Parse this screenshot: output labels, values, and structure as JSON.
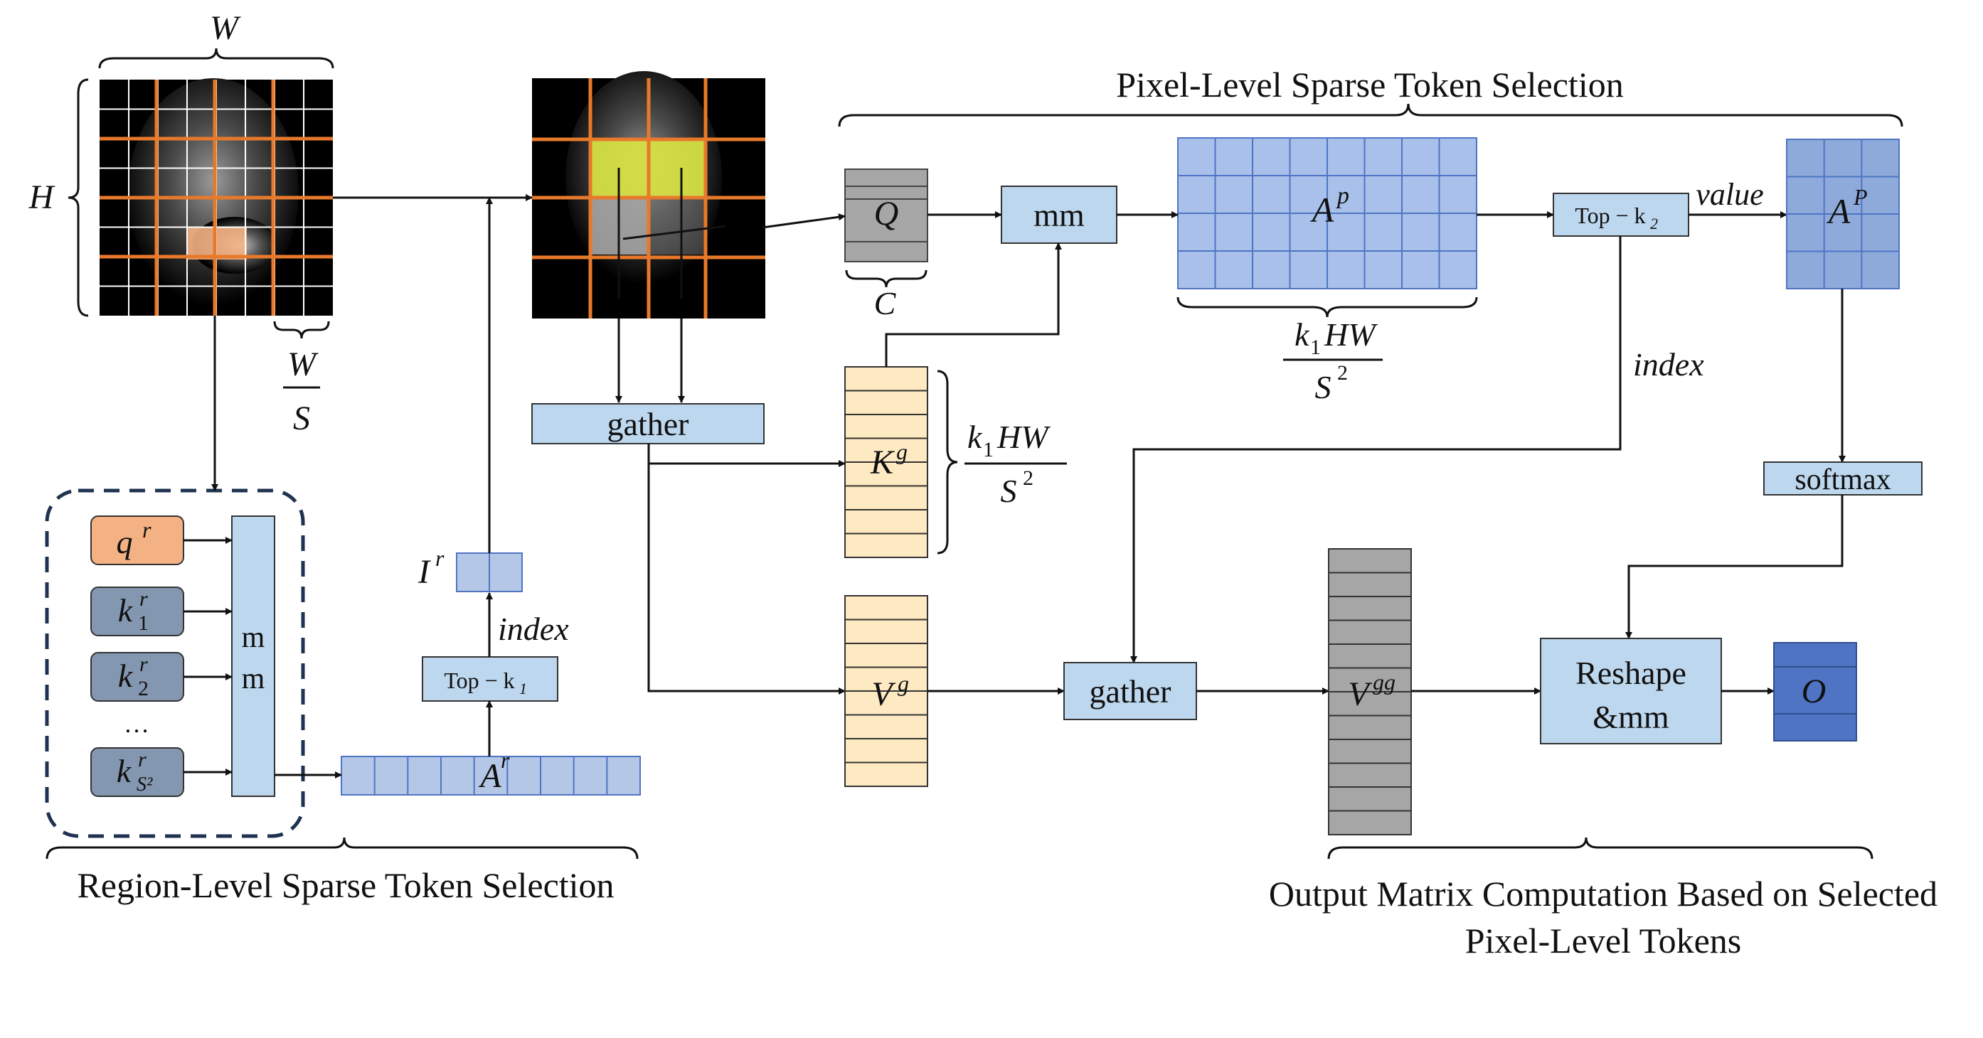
{
  "labels": {
    "W_top": "W",
    "H": "H",
    "W_frac_num": "W",
    "W_frac_den": "S",
    "pixel_level_title": "Pixel-Level Sparse Token Selection",
    "region_level_title": "Region-Level Sparse Token Selection",
    "output_title_line1": "Output Matrix Computation Based on Selected",
    "output_title_line2": "Pixel-Level Tokens",
    "Q": "Q",
    "C": "C",
    "mm": "mm",
    "Ap_base": "A",
    "Ap_sup": "p",
    "k1HW_num_a": "k",
    "k1HW_num_sub": "1",
    "k1HW_num_b": "HW",
    "S2_den_a": "S",
    "S2_den_sup": "2",
    "topk2_base": "Top − k",
    "topk2_sub": "2",
    "value": "value",
    "AP_base": "A",
    "AP_sup": "P",
    "index_pixel": "index",
    "softmax": "softmax",
    "gather_top": "gather",
    "Kg_base": "K",
    "Kg_sup": "g",
    "Ir_base": "I",
    "Ir_sup": "r",
    "index_region": "index",
    "topk1_base": "Top − k",
    "topk1_sub": "1",
    "qr_base": "q",
    "qr_sup": "r",
    "k1r_base": "k",
    "k1r_sup": "r",
    "k1r_sub": "1",
    "k2r_base": "k",
    "k2r_sup": "r",
    "k2r_sub": "2",
    "ellipsis": "…",
    "ksr_base": "k",
    "ksr_sup": "r",
    "ksr_sub": "S²",
    "mm_vertical_1": "m",
    "mm_vertical_2": "m",
    "Ar_base": "A",
    "Ar_sup": "r",
    "Vg_base": "V",
    "Vg_sup": "g",
    "gather_bottom": "gather",
    "Vgg_base": "V",
    "Vgg_sup": "gg",
    "reshape_line1": "Reshape",
    "reshape_line2": "&mm",
    "O": "O"
  },
  "colors": {
    "grid_orange": "#e8792a",
    "light_blue_box": "#bdd7ee",
    "mid_blue": "#9db7e4",
    "dark_blue": "#4f74c4",
    "slate_box": "#8497b0",
    "peach": "#f4b183",
    "cream": "#fde9c2",
    "gray": "#a6a6a6",
    "yellow_highlight": "#d6df45",
    "line": "#111111"
  }
}
